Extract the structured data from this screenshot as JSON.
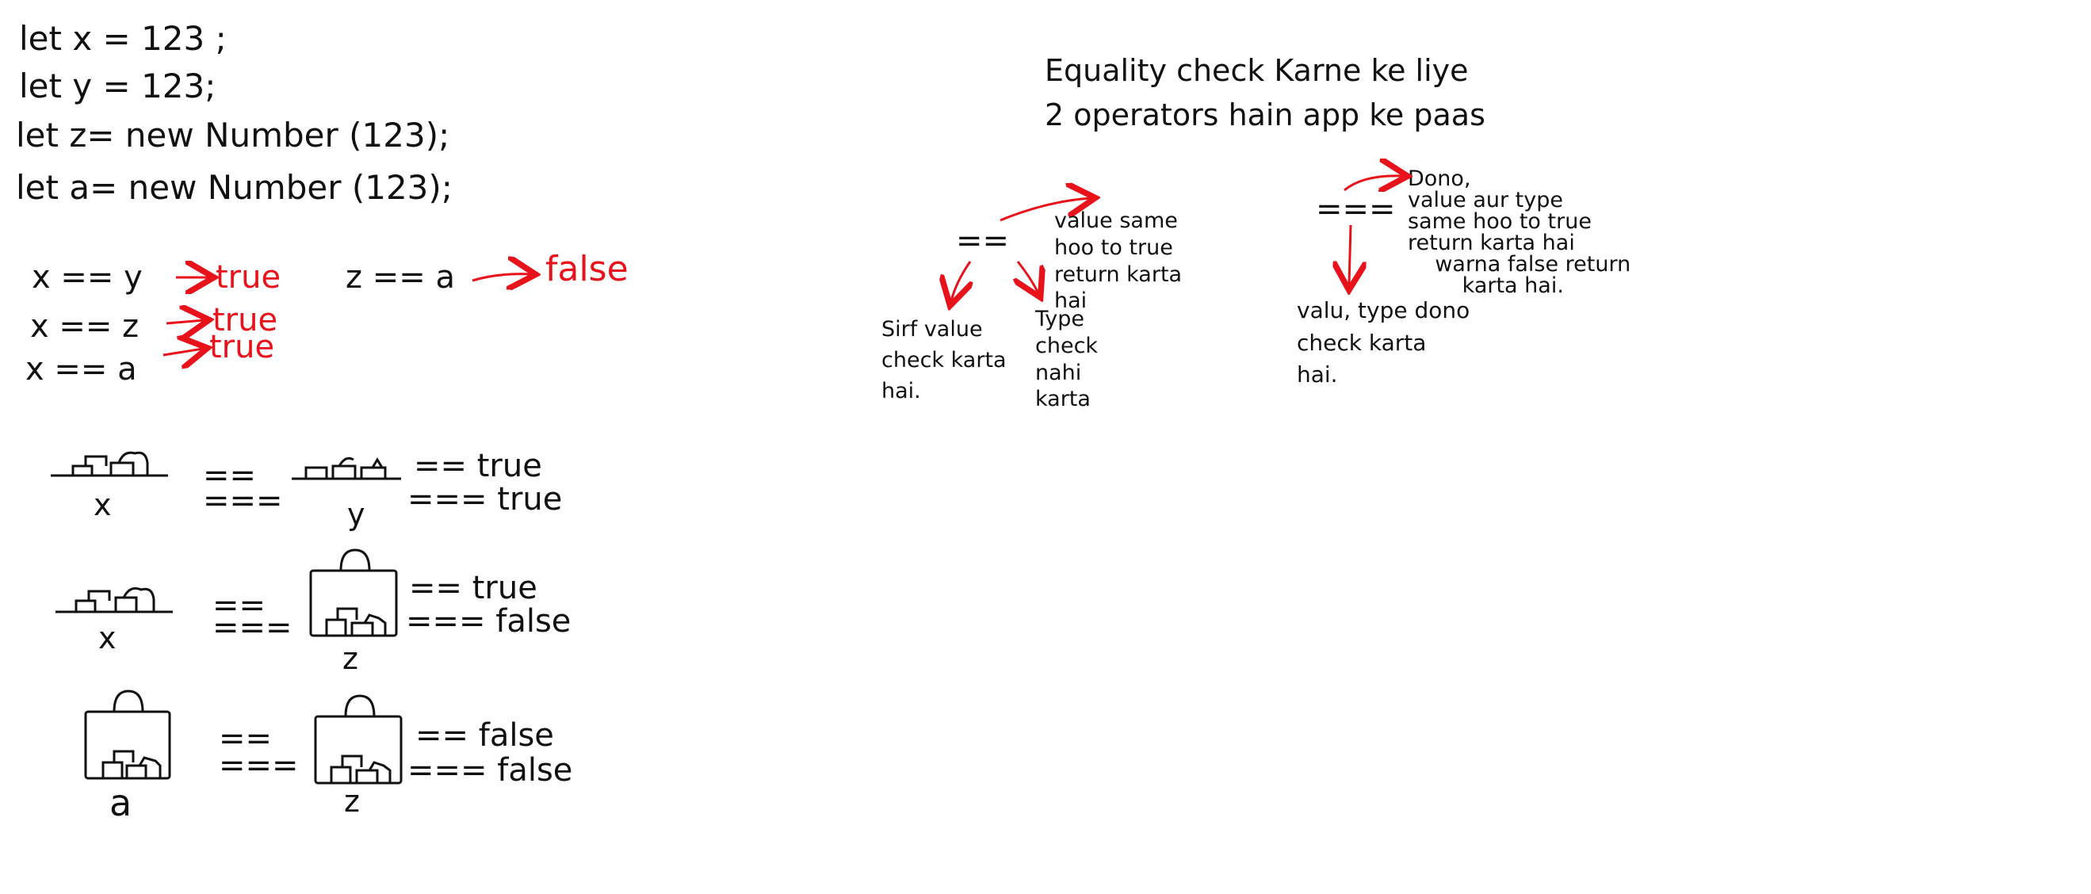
{
  "code": {
    "line1": "let x = 123 ;",
    "line2": "let y = 123;",
    "line3": "let z= new Number (123);",
    "line4": "let a= new Number (123);"
  },
  "comparisons": {
    "xy": "x == y",
    "xy_result": "true",
    "xz": "x == z",
    "xz_result": "true",
    "xa": "x == a",
    "xa_result": "true",
    "za": "z == a",
    "za_result": "false"
  },
  "memory": {
    "row1": {
      "left": "x",
      "right": "y",
      "op_double": "==",
      "op_triple": "===",
      "res_double": "== true",
      "res_triple": "=== true"
    },
    "row2": {
      "left": "x",
      "right": "z",
      "op_double": "==",
      "op_triple": "===",
      "res_double": "== true",
      "res_triple": "=== false"
    },
    "row3": {
      "left": "a",
      "right": "z",
      "op_double": "==",
      "op_triple": "===",
      "res_double": "== false",
      "res_triple": "=== false"
    }
  },
  "heading": {
    "line1": "Equality check Karne ke liye",
    "line2": "2 operators hain app ke paas"
  },
  "double_equal": {
    "symbol": "==",
    "top_note": "value same\nhoo to true\nreturn karta\nhai",
    "left_note": "Sirf value\ncheck karta\nhai.",
    "right_note": "Type\ncheck\nnahi\nkarta"
  },
  "triple_equal": {
    "symbol": "===",
    "top_note": "Dono,\nvalue aur type\nsame hoo to true\nreturn karta hai\n    warna false return\n        karta hai.",
    "bottom_note": "valu, type dono\ncheck karta\nhai."
  },
  "colors": {
    "ink": "#111111",
    "accent": "#e8121b",
    "background": "#ffffff"
  }
}
